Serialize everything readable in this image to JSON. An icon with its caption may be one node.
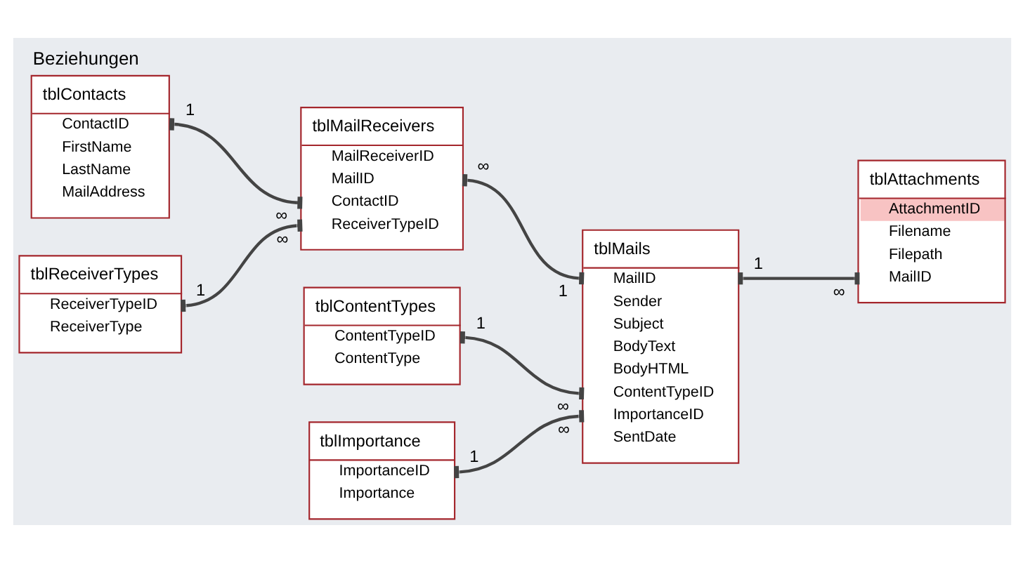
{
  "diagram": {
    "title": "Beziehungen",
    "nodes": [
      {
        "text": [
          "tblContacts",
          "ContactID",
          "FirstName",
          "LastName",
          "MailAddress"
        ]
      },
      {
        "text": [
          "tblMailReceivers",
          "MailReceiverID",
          "MailID",
          "ContactID",
          "ReceiverTypeID"
        ]
      },
      {
        "text": [
          "tblMails",
          "MailID",
          "Sender",
          "Subject",
          "BodyText",
          "BodyHTML",
          "ContentTypeID",
          "ImportanceID",
          "SentDate"
        ]
      },
      {
        "text": [
          "tblAttachments",
          "AttachmentID",
          "Filename",
          "Filepath",
          "MailID"
        ]
      },
      {
        "text": [
          "tblReceiverTypes",
          "ReceiverTypeID",
          "ReceiverType"
        ]
      },
      {
        "text": [
          "tblContentTypes",
          "ContentTypeID",
          "ContentType"
        ]
      },
      {
        "text": [
          "tblImportance",
          "ImportanceID",
          "Importance"
        ]
      }
    ],
    "edges": [
      {
        "from": 0,
        "to": 1,
        "arrow": "other"
      },
      {
        "from": 4,
        "to": 1,
        "arrow": "other"
      },
      {
        "from": 2,
        "to": 1,
        "arrow": "other"
      },
      {
        "from": 5,
        "to": 2,
        "arrow": "other"
      },
      {
        "from": 6,
        "to": 2,
        "arrow": "other"
      },
      {
        "from": 2,
        "to": 3,
        "arrow": "other"
      }
    ],
    "labels": [
      "1",
      "∞",
      "1",
      "∞",
      "1",
      "∞",
      "1",
      "∞",
      "1",
      "∞",
      "1",
      "∞"
    ]
  }
}
